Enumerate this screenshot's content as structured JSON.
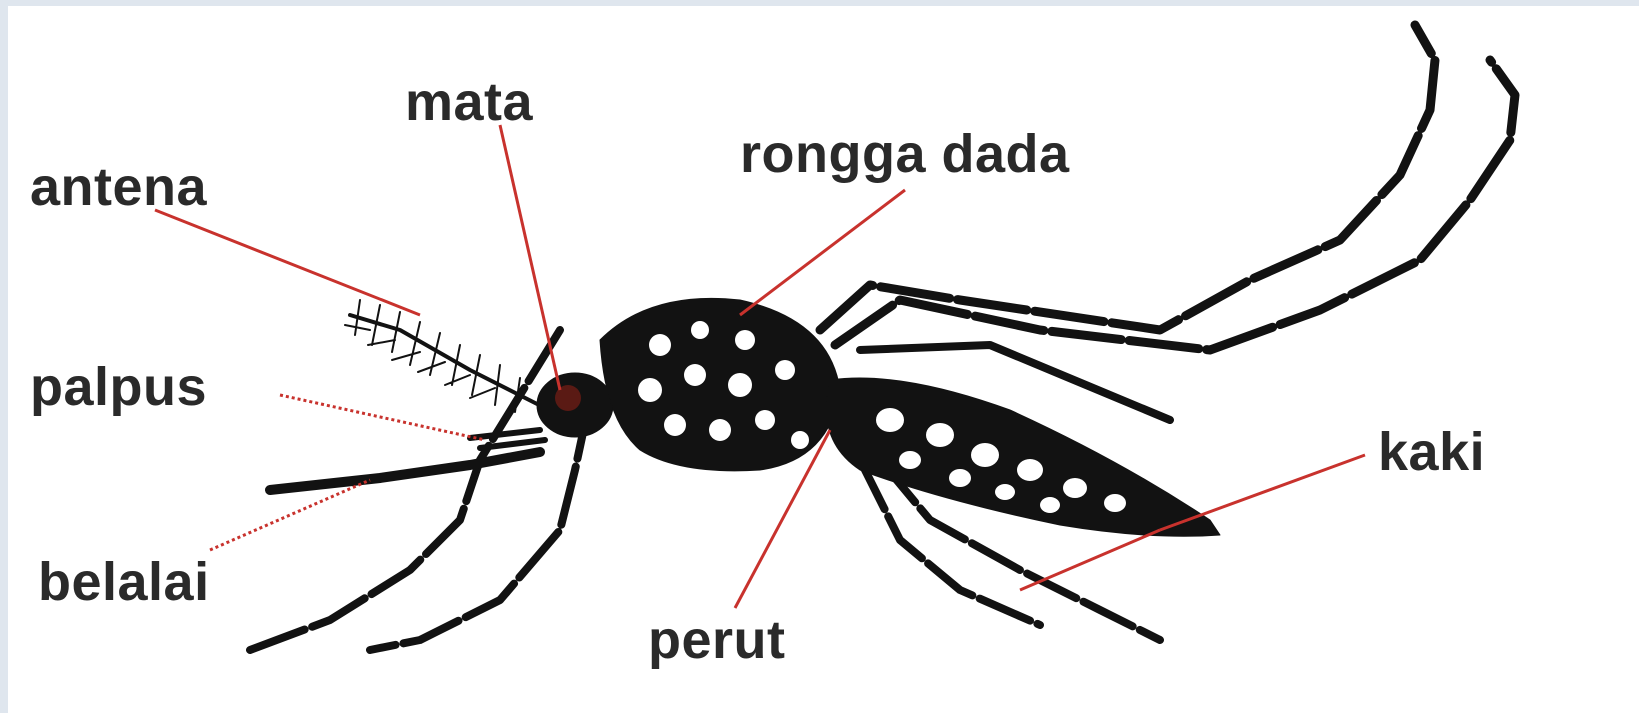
{
  "labels": {
    "mata": "mata",
    "antena": "antena",
    "rongga_dada": "rongga dada",
    "palpus": "palpus",
    "belalai": "belalai",
    "perut": "perut",
    "kaki": "kaki"
  },
  "colors": {
    "panel": "#ffffff",
    "backdrop": "#dfe6ee",
    "leader": "#c8322d",
    "ink": "#121212",
    "label_text": "#2a2a2a"
  }
}
